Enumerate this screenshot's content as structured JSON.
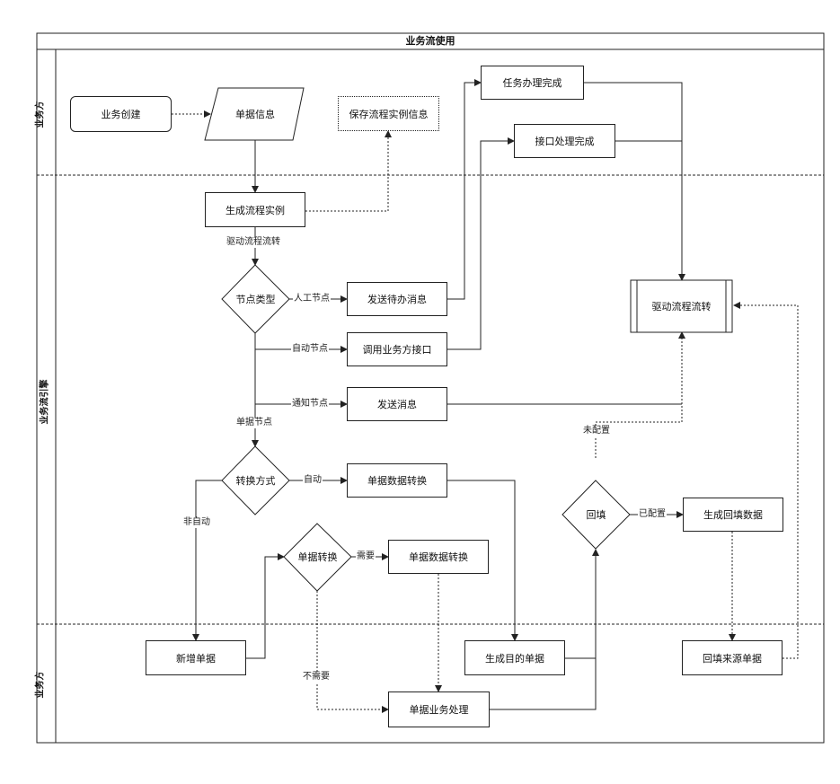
{
  "diagram": {
    "title": "业务流使用",
    "lanes": [
      "业务方",
      "业务流引擎",
      "业务方"
    ],
    "nodes": {
      "business_create": "业务创建",
      "doc_info": "单据信息",
      "save_instance": "保存流程实例信息",
      "task_done": "任务办理完成",
      "api_done": "接口处理完成",
      "gen_instance": "生成流程实例",
      "node_type": "节点类型",
      "send_todo": "发送待办消息",
      "call_api": "调用业务方接口",
      "send_msg": "发送消息",
      "drive_flow": "驱动流程流转",
      "convert_mode": "转换方式",
      "doc_convert_1": "单据数据转换",
      "doc_transform": "单据转换",
      "doc_convert_2": "单据数据转换",
      "writeback": "回填",
      "gen_writeback": "生成回填数据",
      "new_doc": "新增单据",
      "gen_target": "生成目的单据",
      "source_doc": "回填来源单据",
      "doc_business": "单据业务处理"
    },
    "edge_labels": {
      "drive_flow": "驱动流程流转",
      "manual": "人工节点",
      "auto_node": "自动节点",
      "notify_node": "通知节点",
      "doc_node": "单据节点",
      "auto": "自动",
      "non_auto": "非自动",
      "need": "需要",
      "not_need": "不需要",
      "not_configured": "未配置",
      "configured": "已配置"
    }
  }
}
